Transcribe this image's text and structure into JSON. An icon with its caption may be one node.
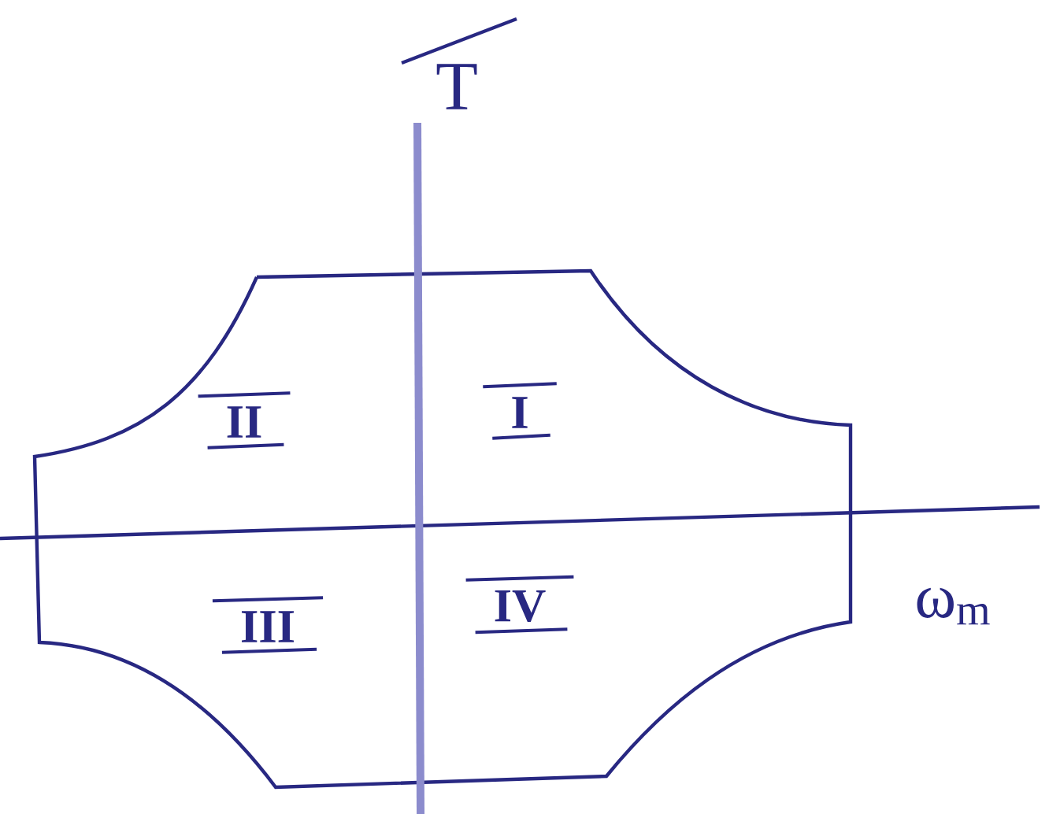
{
  "diagram": {
    "labels": [
      "T",
      "II",
      "I",
      "III",
      "IV",
      "ω$_{m}$"
    ]
  }
}
